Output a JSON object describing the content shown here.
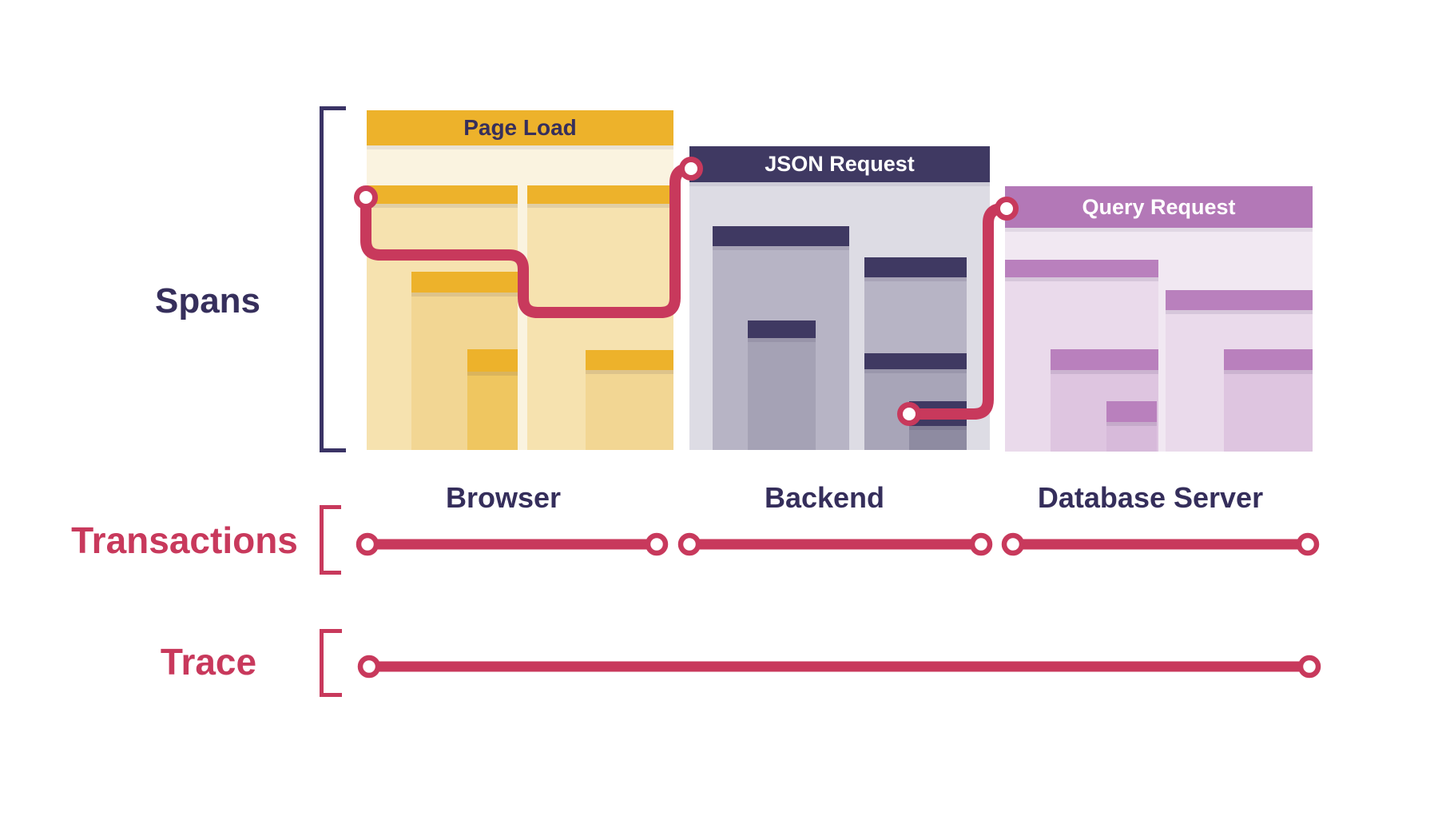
{
  "diagram": {
    "section_labels": {
      "spans": "Spans",
      "transactions": "Transactions",
      "trace": "Trace"
    },
    "panels": [
      {
        "title": "Page Load",
        "machine": "Browser",
        "theme": "yellow",
        "header_color": "#EDB22B",
        "title_color": "#362F5C",
        "body_color": "#FAF3E0",
        "nested_span_body_colors": [
          "#F6E2AF",
          "#F2D693",
          "#EFC660"
        ],
        "nested_span_count": 5
      },
      {
        "title": "JSON Request",
        "machine": "Backend",
        "theme": "indigo",
        "header_color": "#3F3962",
        "title_color": "#FFFFFF",
        "body_color": "#DDDCE4",
        "nested_span_body_colors": [
          "#B7B4C5",
          "#A5A2B5",
          "#8E8BA1"
        ],
        "nested_span_count": 5
      },
      {
        "title": "Query Request",
        "machine": "Database Server",
        "theme": "purple",
        "header_color": "#B378B7",
        "title_color": "#FFFFFF",
        "body_color": "#F1E8F2",
        "nested_span_body_colors": [
          "#EADAEB",
          "#DEC5E0",
          "#D7BADA"
        ],
        "nested_span_count": 5
      }
    ],
    "trace_path": {
      "node_count": 4,
      "node_style": "white circle with crimson ring",
      "connects": [
        "Page Load",
        "JSON Request",
        "Query Request"
      ]
    },
    "transactions": {
      "segment_count": 3,
      "one_segment_per": "panel"
    },
    "trace": {
      "segment_count": 1,
      "spans_full_width": true
    },
    "colors": {
      "accent_red": "#C8395C",
      "navy_bracket": "#3A3365",
      "navy_text": "#362F5C",
      "background": "#FFFFFF"
    }
  }
}
